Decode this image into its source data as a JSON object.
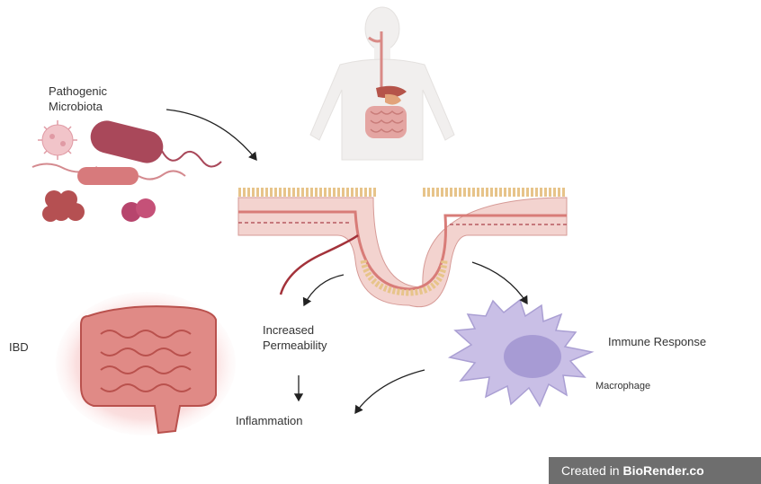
{
  "labels": {
    "pathogenic": "Pathogenic",
    "microbiota": "Microbiota",
    "ibd": "IBD",
    "increased": "Increased",
    "permeability": "Permeability",
    "inflammation": "Inflammation",
    "immune_response": "Immune Response",
    "macrophage": "Macrophage"
  },
  "watermark": {
    "prefix": "Created in ",
    "brand": "BioRender.co"
  },
  "colors": {
    "microbe_pink": "#c8637a",
    "tissue_pink": "#e9b7b4",
    "villi_tan": "#e7c48a",
    "macrophage_lilac": "#c9bfe6",
    "arrow": "#222222",
    "badge": "#6e6e6e"
  }
}
